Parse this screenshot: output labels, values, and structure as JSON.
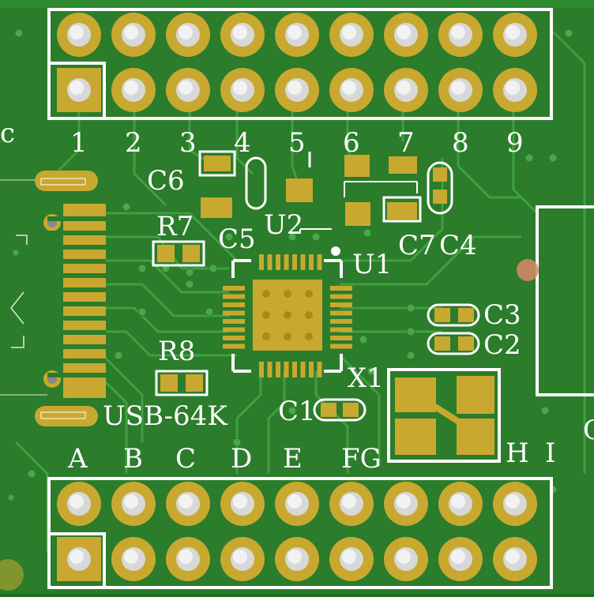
{
  "board": {
    "substrate_color": "#2a7a2a",
    "trace_color": "#3f9a3f",
    "copper_color": "#c9a830",
    "silk_color": "#ffffff",
    "hole_color": "#d8d8d8"
  },
  "top_header": {
    "pin_numbers": [
      "1",
      "2",
      "3",
      "4",
      "5",
      "6",
      "7",
      "8",
      "9"
    ]
  },
  "bottom_header": {
    "pin_letters": [
      "A",
      "B",
      "C",
      "D",
      "E",
      "FG",
      "H",
      "I"
    ]
  },
  "designators": {
    "c6": "C6",
    "r7": "R7",
    "c5": "C5",
    "u2": "U2",
    "u1": "U1",
    "c7": "C7",
    "c4": "C4",
    "c3": "C3",
    "c2": "C2",
    "r8": "R8",
    "x1": "X1",
    "c1": "C1",
    "part_name": "USB-64K",
    "left_edge": "c",
    "right_edge": "C"
  }
}
